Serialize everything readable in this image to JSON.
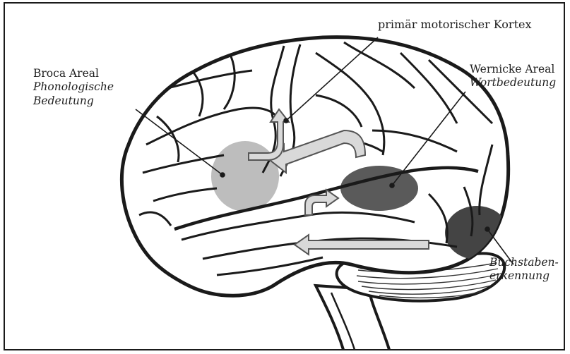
{
  "labels": {
    "motor": "primär motorischer Kortex",
    "broca": {
      "name": "Broca Areal",
      "function_line1": "Phonologische",
      "function_line2": "Bedeutung"
    },
    "wernicke": {
      "name": "Wernicke Areal",
      "function": "Wortbedeutung"
    },
    "letters": {
      "line1": "Buchstaben-",
      "line2": "erkennung"
    }
  },
  "colors": {
    "outline": "#1a1a1a",
    "broca_area": "#bdbdbd",
    "wernicke_area": "#5a5a5a",
    "letters_area": "#444444",
    "arrow_fill": "#d9d9d9",
    "arrow_stroke": "#555555"
  }
}
